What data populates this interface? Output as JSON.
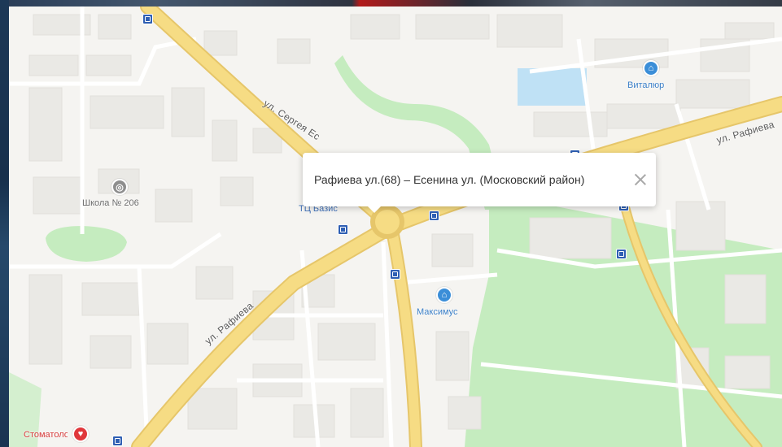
{
  "popup": {
    "text": "Рафиева ул.(68) – Есенина ул. (Московский район)"
  },
  "streets": {
    "sergeya_yesenina": "ул. Сергея Ес",
    "rafieva_east": "ул. Рафиева",
    "rafieva_west": "ул. Рафиева"
  },
  "pois": {
    "school": "Школа № 206",
    "tc": "ТЦ Базис",
    "vitalur": "Виталюр",
    "maksimus": "Максимус",
    "stomatology": "Стоматология"
  },
  "colors": {
    "map_background": "#f5f4f1",
    "road": "#f6dc84",
    "road_edge": "#e6c66a",
    "park": "#c5ecbf",
    "water": "#bfe1f5",
    "bus_stop": "#2f5fb3",
    "shop": "#3b8ed8",
    "school": "#8e8e8e",
    "dentist": "#e0373b"
  }
}
